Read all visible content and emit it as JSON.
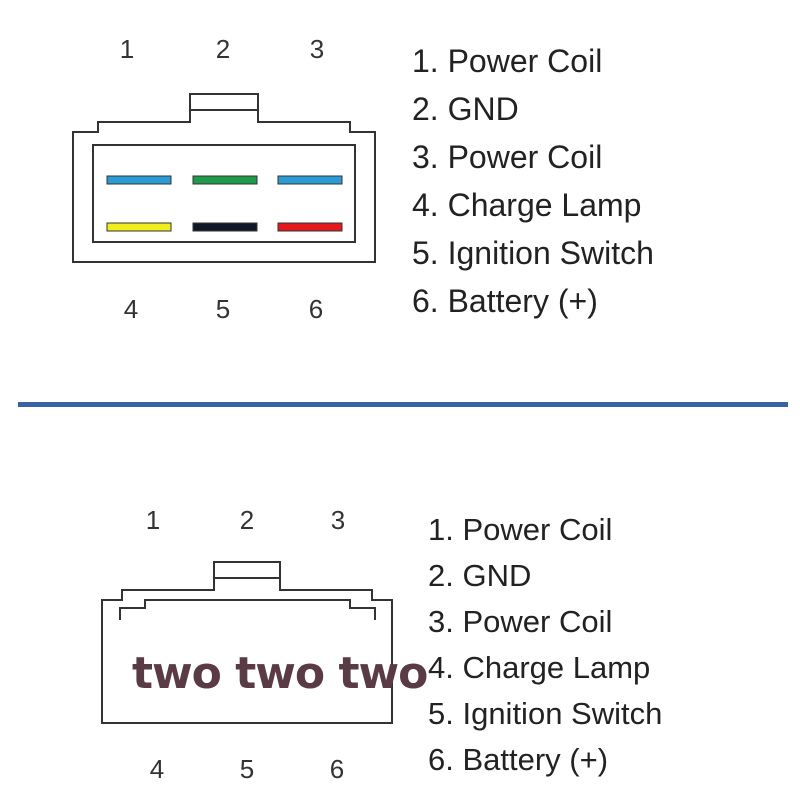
{
  "top": {
    "pin_numbers_top": [
      "1",
      "2",
      "3"
    ],
    "pin_numbers_bottom": [
      "4",
      "5",
      "6"
    ],
    "wire_colors": [
      "#2b9bd6",
      "#1e9a48",
      "#2b9bd6",
      "#f2ee1e",
      "#101828",
      "#e3191c"
    ],
    "legend": [
      "1. Power Coil",
      "2. GND",
      "3. Power Coil",
      "4. Charge Lamp",
      "5. Ignition Switch",
      "6. Battery (+)"
    ]
  },
  "divider_color": "#3a62a8",
  "bottom": {
    "pin_numbers_top": [
      "1",
      "2",
      "3"
    ],
    "pin_numbers_bottom": [
      "4",
      "5",
      "6"
    ],
    "overlay_text": "two two two",
    "legend": [
      "1. Power Coil",
      "2. GND",
      "3. Power Coil",
      "4. Charge Lamp",
      "5. Ignition Switch",
      "6. Battery (+)"
    ]
  }
}
